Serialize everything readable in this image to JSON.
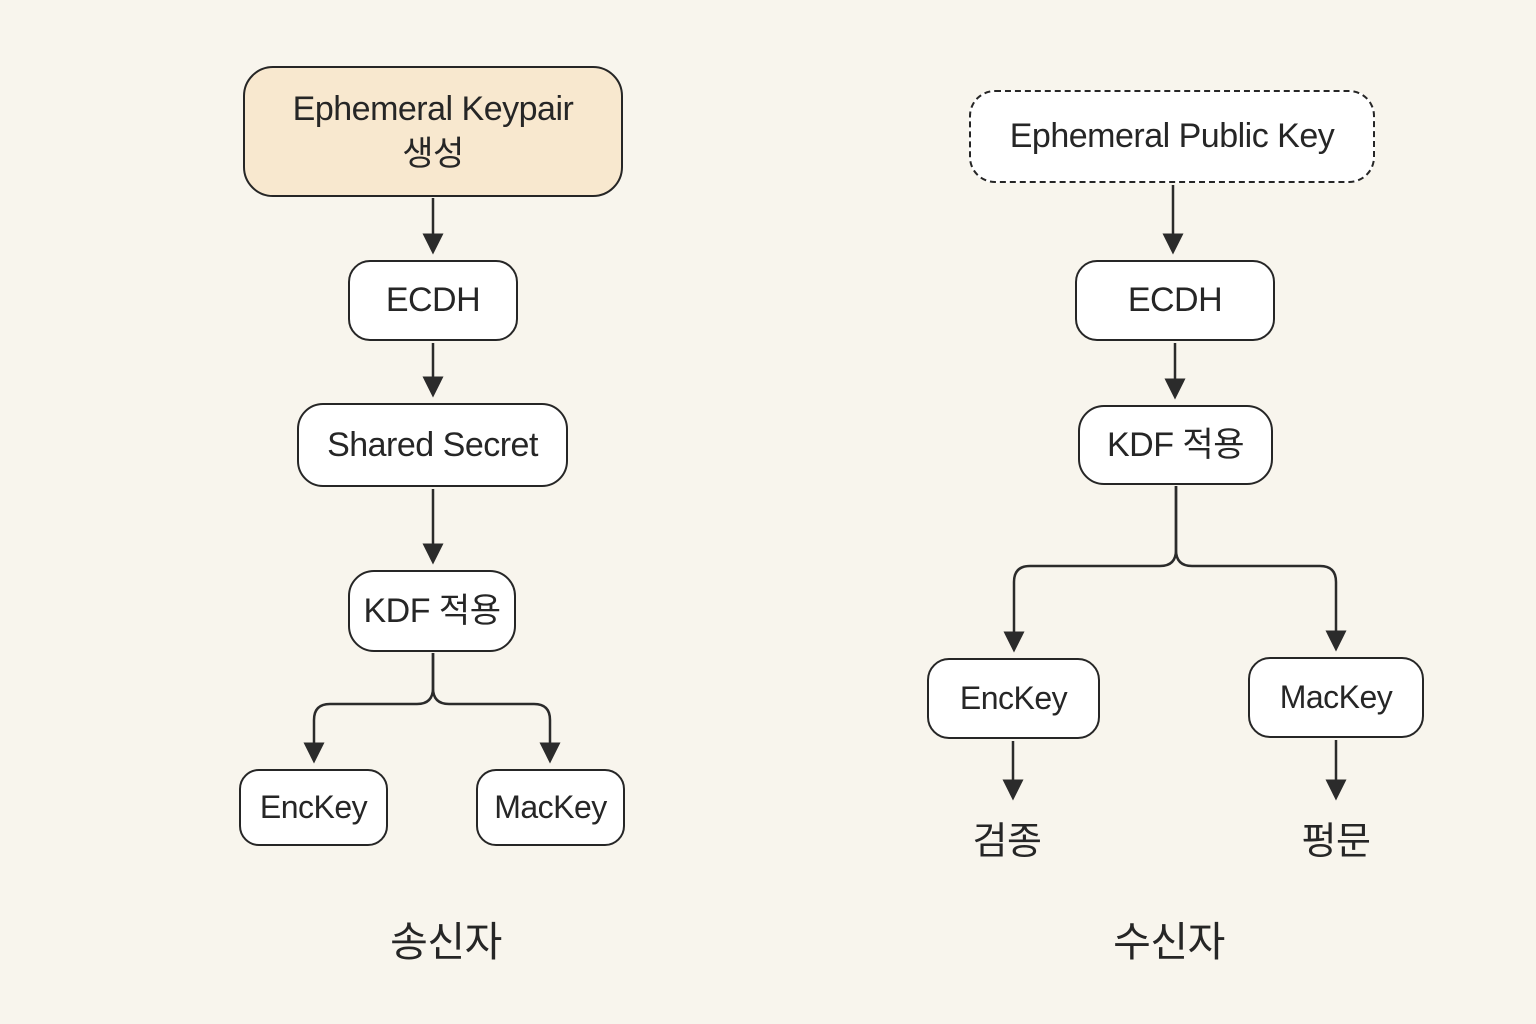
{
  "colors": {
    "background": "#f8f5ed",
    "node_fill": "#ffffff",
    "accent_fill": "#f8e8cf",
    "line": "#262626"
  },
  "sender": {
    "label": "송신자",
    "keypair_line1": "Ephemeral Keypair",
    "keypair_line2": "생성",
    "ecdh": "ECDH",
    "shared_secret": "Shared Secret",
    "kdf": "KDF 적용",
    "enc_key": "EncKey",
    "mac_key": "MacKey"
  },
  "receiver": {
    "label": "수신자",
    "public_key": "Ephemeral Public Key",
    "ecdh": "ECDH",
    "kdf": "KDF 적용",
    "enc_key": "EncKey",
    "mac_key": "MacKey",
    "enc_key_output": "검종",
    "mac_key_output": "펑문"
  }
}
